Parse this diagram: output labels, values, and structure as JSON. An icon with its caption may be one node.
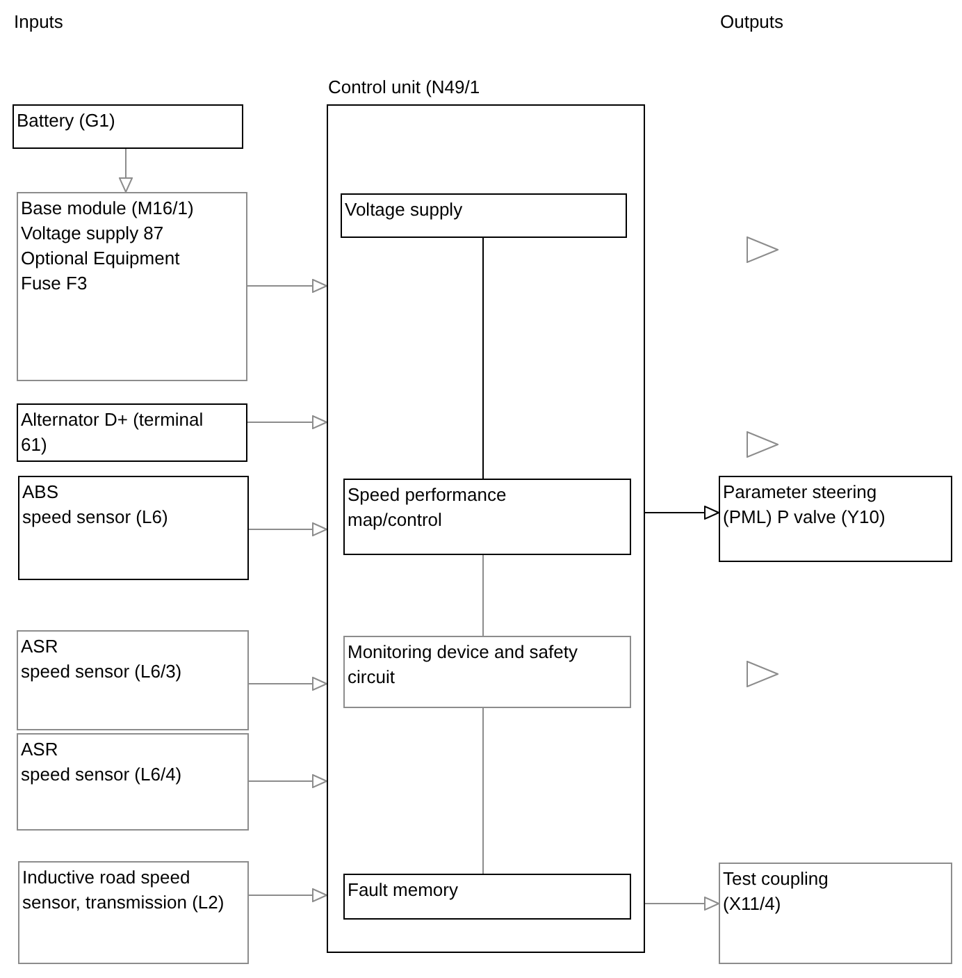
{
  "diagram": {
    "nodes": [
      {
        "text": [
          "Battery (G1)"
        ]
      },
      {
        "text": [
          "Base module (M16/1)",
          "Voltage supply 87",
          "Optional Equipment",
          "Fuse F3"
        ]
      },
      {
        "text": [
          "Alternator D+ (terminal 61)"
        ]
      },
      {
        "text": [
          "ABS",
          "speed sensor (L6)"
        ]
      },
      {
        "text": [
          "ASR",
          "speed sensor (L6/3)"
        ]
      },
      {
        "text": [
          "ASR",
          "speed sensor (L6/4)"
        ]
      },
      {
        "text": [
          "Inductive road speed sensor, transmission (L2)"
        ]
      },
      {
        "text": [
          "Control unit (N49/1"
        ]
      },
      {
        "text": [
          "Voltage supply"
        ],
        "in": 7
      },
      {
        "text": [
          "Speed performance map/control"
        ],
        "in": 7
      },
      {
        "text": [
          "Monitoring device and safety circuit"
        ],
        "in": 7
      },
      {
        "text": [
          "Fault memory"
        ],
        "in": 7
      },
      {
        "text": [
          "Parameter steering (PML) P valve (Y10)"
        ]
      },
      {
        "text": [
          "Test coupling (X11/4)"
        ]
      }
    ],
    "edges": [
      {
        "from": 0,
        "to": 1,
        "arrow": "to"
      },
      {
        "from": 1,
        "to": 7,
        "arrow": "to"
      },
      {
        "from": 2,
        "to": 7,
        "arrow": "to"
      },
      {
        "from": 3,
        "to": 7,
        "arrow": "to"
      },
      {
        "from": 4,
        "to": 7,
        "arrow": "to"
      },
      {
        "from": 5,
        "to": 7,
        "arrow": "to"
      },
      {
        "from": 6,
        "to": 7,
        "arrow": "to"
      },
      {
        "from": 8,
        "to": 9,
        "arrow": "none",
        "color": "#000000"
      },
      {
        "from": 9,
        "to": 10,
        "arrow": "none"
      },
      {
        "from": 10,
        "to": 11,
        "arrow": "none"
      },
      {
        "from": 7,
        "to": 12,
        "arrow": "to",
        "color": "#000000"
      },
      {
        "from": 7,
        "to": 13,
        "arrow": "to"
      }
    ],
    "labels": [
      "Inputs",
      "Outputs"
    ]
  }
}
